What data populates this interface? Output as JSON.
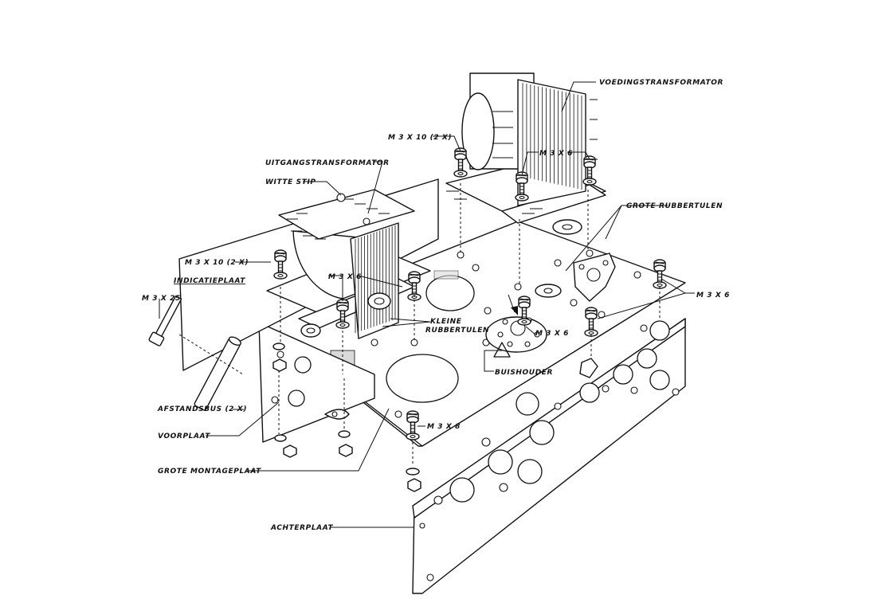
{
  "labels": {
    "voedingstransformator": "VOEDINGSTRANSFORMATOR",
    "m3x10_top": "M 3 X 10 (2 X)",
    "m3x6_top": "M 3 X 6",
    "uitgangstransformator": "UITGANGSTRANSFORMATOR",
    "witte_stip": "WITTE  STIP",
    "grote_rubbertulen": "GROTE  RUBBERTULEN",
    "m3x10_left": "M 3 X 10 (2 X)",
    "indicatieplaat": "INDICATIEPLAAT",
    "m3x6_mid": "M 3 X 6",
    "m3x25": "M 3 X 25",
    "m3x6_right": "M 3 X 6",
    "kleine_rubbertulen_1": "KLEINE",
    "kleine_rubbertulen_2": "RUBBERTULEN",
    "m3x6_socket": "M 3 X 6",
    "buishouder": "BUISHOUDER",
    "afstandsbus": "AFSTANDSBUS (2 X)",
    "voorplaat": "VOORPLAAT",
    "m3x8": "M 3 X 8",
    "grote_montageplaat": "GROTE  MONTAGEPLAAT",
    "achterplaat": "ACHTERPLAAT"
  }
}
